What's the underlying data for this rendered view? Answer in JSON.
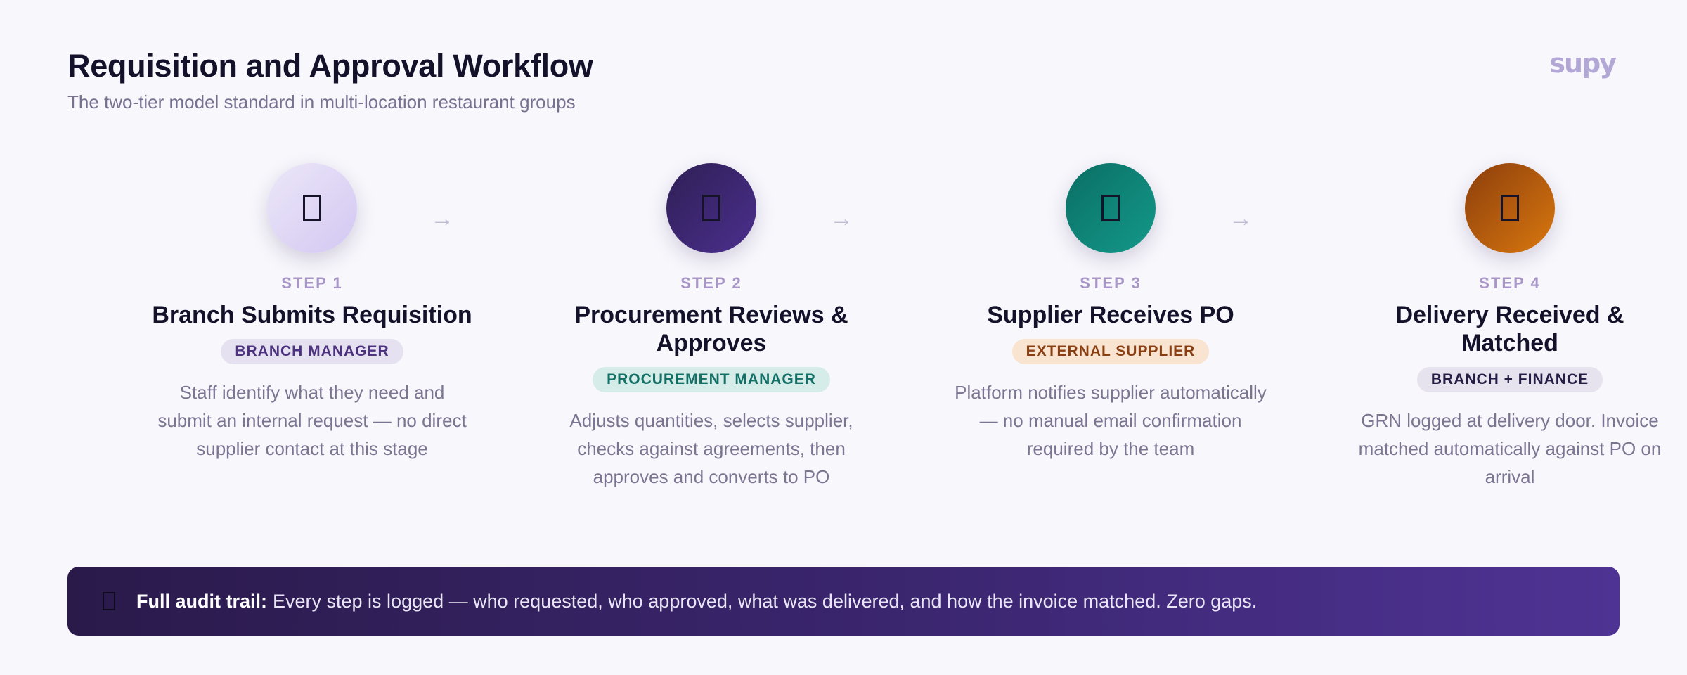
{
  "header": {
    "title": "Requisition and Approval Workflow",
    "subtitle": "The two-tier model standard in multi-location restaurant groups",
    "logo": "supy"
  },
  "steps": [
    {
      "label": "STEP 1",
      "title": "Branch Submits Requisition",
      "role": "BRANCH MANAGER",
      "description": "Staff identify what they need and submit an internal request — no direct supplier contact at this stage",
      "icon": "document-icon",
      "color": "#d3c7f2"
    },
    {
      "label": "STEP 2",
      "title": "Procurement Reviews & Approves",
      "role": "PROCUREMENT MANAGER",
      "description": "Adjusts quantities, selects supplier, checks against agreements, then approves and converts to PO",
      "icon": "checklist-icon",
      "color": "#3d2772"
    },
    {
      "label": "STEP 3",
      "title": "Supplier Receives PO",
      "role": "EXTERNAL SUPPLIER",
      "description": "Platform notifies supplier automatically — no manual email confirmation required by the team",
      "icon": "mail-icon",
      "color": "#0f8a7c"
    },
    {
      "label": "STEP 4",
      "title": "Delivery Received & Matched",
      "role": "BRANCH + FINANCE",
      "description": "GRN logged at delivery door. Invoice matched automatically against PO on arrival",
      "icon": "package-icon",
      "color": "#c0620e"
    }
  ],
  "arrow_glyph": "→",
  "banner": {
    "strong": "Full audit trail:",
    "text": "Every step is logged — who requested, who approved, what was delivered, and how the invoice matched. Zero gaps.",
    "icon": "lock-icon"
  }
}
